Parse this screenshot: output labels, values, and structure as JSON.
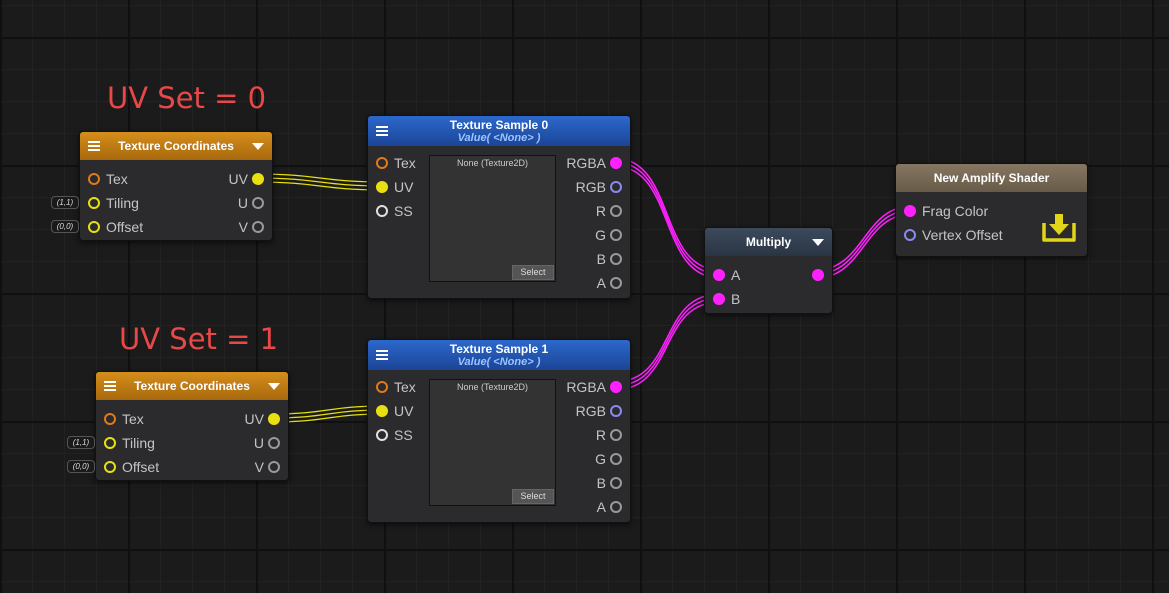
{
  "annotations": {
    "uv_set_0": "UV Set = 0",
    "uv_set_1": "UV Set = 1"
  },
  "tex_coords": [
    {
      "title": "Texture Coordinates",
      "in_tex": "Tex",
      "in_tiling": "Tiling",
      "in_offset": "Offset",
      "out_uv": "UV",
      "out_u": "U",
      "out_v": "V",
      "tiling_value": "(1,1)",
      "offset_value": "(0,0)"
    },
    {
      "title": "Texture Coordinates",
      "in_tex": "Tex",
      "in_tiling": "Tiling",
      "in_offset": "Offset",
      "out_uv": "UV",
      "out_u": "U",
      "out_v": "V",
      "tiling_value": "(1,1)",
      "offset_value": "(0,0)"
    }
  ],
  "tex_samples": [
    {
      "title": "Texture Sample 0",
      "subtitle": "Value( <None> )",
      "in_tex": "Tex",
      "in_uv": "UV",
      "in_ss": "SS",
      "preview_text": "None (Texture2D)",
      "select_label": "Select",
      "out_rgba": "RGBA",
      "out_rgb": "RGB",
      "out_r": "R",
      "out_g": "G",
      "out_b": "B",
      "out_a": "A"
    },
    {
      "title": "Texture Sample 1",
      "subtitle": "Value( <None> )",
      "in_tex": "Tex",
      "in_uv": "UV",
      "in_ss": "SS",
      "preview_text": "None (Texture2D)",
      "select_label": "Select",
      "out_rgba": "RGBA",
      "out_rgb": "RGB",
      "out_r": "R",
      "out_g": "G",
      "out_b": "B",
      "out_a": "A"
    }
  ],
  "multiply": {
    "title": "Multiply",
    "in_a": "A",
    "in_b": "B"
  },
  "output": {
    "title": "New Amplify Shader",
    "frag_color": "Frag Color",
    "vertex_offset": "Vertex Offset"
  },
  "colors": {
    "annotation": "#e84848",
    "orange_header": "#c07b14",
    "blue_header": "#2458b4",
    "slate_header": "#34404f",
    "brown_header": "#786a56",
    "yellow_wire": "#e8e010",
    "magenta_wire": "#ff20ff",
    "vector_pin": "#8a8af0"
  },
  "icons": [
    "menu-icon",
    "dropdown-arrow-icon",
    "download-tray-icon"
  ]
}
